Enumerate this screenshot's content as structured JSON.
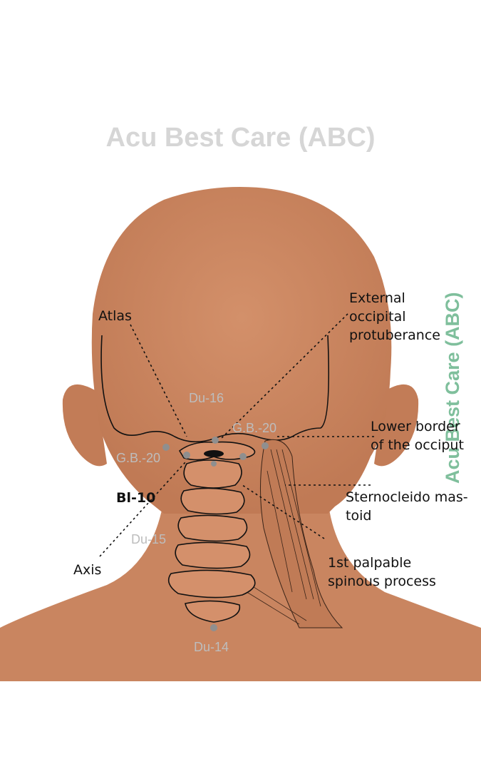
{
  "watermark": {
    "text": "Acu Best Care (ABC)",
    "side_text": "Acu Best Care (ABC)"
  },
  "labels": {
    "atlas": "Atlas",
    "external_occipital": [
      "External",
      "occipital",
      "protuberance"
    ],
    "lower_border": [
      "Lower border",
      "of the occiput"
    ],
    "scm": [
      "Sternocleido mas-",
      "toid"
    ],
    "bl10": "Bl-10",
    "axis": "Axis",
    "first_spinous": [
      "1st palpable",
      "spinous process"
    ]
  },
  "points": {
    "du16": "Du-16",
    "gb20_right": "G.B.-20",
    "gb20_left": "G.B.-20",
    "du15": "Du-15",
    "du14": "Du-14"
  },
  "colors": {
    "skin": "#c98560",
    "skin_dark": "#b06e4c",
    "point": "#8f8f8f",
    "line": "#111111",
    "watermark": "#d6d6d6",
    "watermark_side": "#7fbf9c"
  }
}
